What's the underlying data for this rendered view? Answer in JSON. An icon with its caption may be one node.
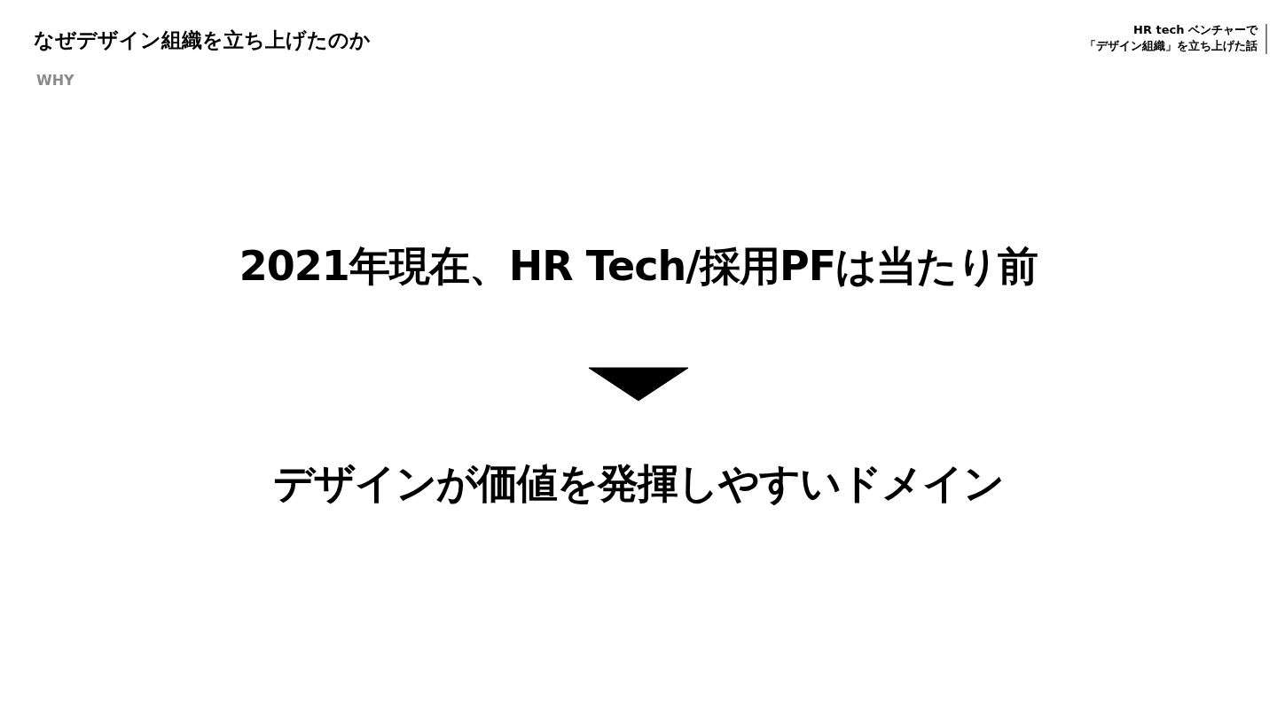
{
  "diagram": {
    "title": "なぜデザイン組織を立ち上げたのか",
    "nodes": [
      {
        "text": [
          "2021年現在、HR Tech/採用PFは当たり前"
        ]
      },
      {
        "text": [
          "デザインが価値を発揮しやすいドメイン"
        ]
      }
    ],
    "edges": [
      {
        "from": 0,
        "to": 1,
        "arrow": "to"
      }
    ],
    "labels": [
      "WHY",
      "HR tech ベンチャーで",
      "「デザイン組織」を立ち上げた話"
    ]
  }
}
